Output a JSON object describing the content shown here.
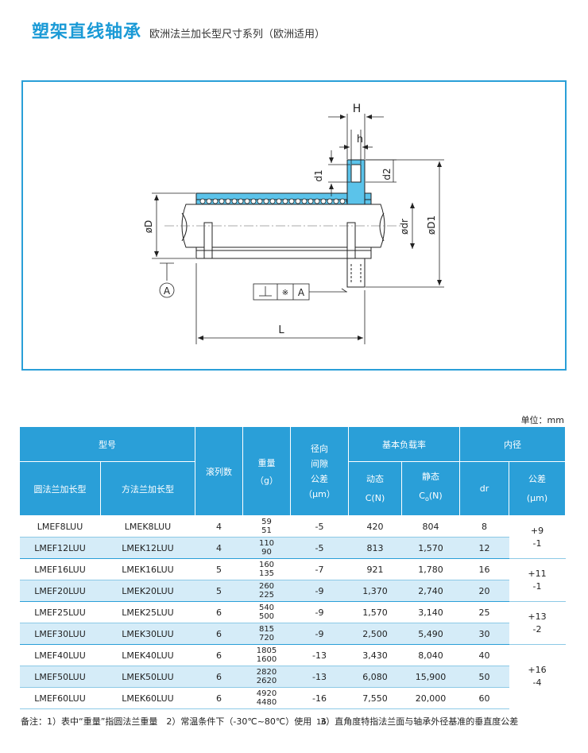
{
  "header": {
    "title": "塑架直线轴承",
    "subtitle": "欧洲法兰加长型尺寸系列（欧洲适用）"
  },
  "drawing": {
    "labels": {
      "H": "H",
      "h": "h",
      "d1": "d1",
      "d2": "d2",
      "dr": "ødr",
      "D1": "øD1",
      "D": "øD",
      "L": "L",
      "A": "A",
      "frame_a": "A"
    },
    "colors": {
      "accent": "#2a9fd8",
      "flange": "#5bc3ea"
    }
  },
  "unit": "单位：mm",
  "table": {
    "headers": {
      "model": "型号",
      "round": "圆法兰加长型",
      "square": "方法兰加长型",
      "rows": "滚列数",
      "weight": "重量",
      "weight_unit": "（g）",
      "clearance1": "径向",
      "clearance2": "间隙",
      "clearance3": "公差",
      "clearance4": "（μm）",
      "load": "基本负载率",
      "dynamic": "动态",
      "dynamic_unit": "C(N)",
      "static": "静态",
      "static_unit_c": "C",
      "static_unit_o": "o",
      "static_unit_n": "(N)",
      "bore": "内径",
      "dr": "dr",
      "tol": "公差",
      "tol_unit": "(μm)"
    },
    "rows": [
      {
        "round": "LMEF8LUU",
        "square": "LMEK8LUU",
        "rows": "4",
        "w1": "59",
        "w2": "51",
        "clearance": "-5",
        "dyn": "420",
        "stat": "804",
        "dr": "8"
      },
      {
        "round": "LMEF12LUU",
        "square": "LMEK12LUU",
        "rows": "4",
        "w1": "110",
        "w2": "90",
        "clearance": "-5",
        "dyn": "813",
        "stat": "1,570",
        "dr": "12"
      },
      {
        "round": "LMEF16LUU",
        "square": "LMEK16LUU",
        "rows": "5",
        "w1": "160",
        "w2": "135",
        "clearance": "-7",
        "dyn": "921",
        "stat": "1,780",
        "dr": "16"
      },
      {
        "round": "LMEF20LUU",
        "square": "LMEK20LUU",
        "rows": "5",
        "w1": "260",
        "w2": "225",
        "clearance": "-9",
        "dyn": "1,370",
        "stat": "2,740",
        "dr": "20"
      },
      {
        "round": "LMEF25LUU",
        "square": "LMEK25LUU",
        "rows": "6",
        "w1": "540",
        "w2": "500",
        "clearance": "-9",
        "dyn": "1,570",
        "stat": "3,140",
        "dr": "25"
      },
      {
        "round": "LMEF30LUU",
        "square": "LMEK30LUU",
        "rows": "6",
        "w1": "815",
        "w2": "720",
        "clearance": "-9",
        "dyn": "2,500",
        "stat": "5,490",
        "dr": "30"
      },
      {
        "round": "LMEF40LUU",
        "square": "LMEK40LUU",
        "rows": "6",
        "w1": "1805",
        "w2": "1600",
        "clearance": "-13",
        "dyn": "3,430",
        "stat": "8,040",
        "dr": "40"
      },
      {
        "round": "LMEF50LUU",
        "square": "LMEK50LUU",
        "rows": "6",
        "w1": "2820",
        "w2": "2620",
        "clearance": "-13",
        "dyn": "6,080",
        "stat": "15,900",
        "dr": "50"
      },
      {
        "round": "LMEF60LUU",
        "square": "LMEK60LUU",
        "rows": "6",
        "w1": "4920",
        "w2": "4480",
        "clearance": "-16",
        "dyn": "7,550",
        "stat": "20,000",
        "dr": "60"
      }
    ],
    "tolerances": [
      {
        "top": "+9",
        "bottom": "-1"
      },
      {
        "top": "+11",
        "bottom": "-1"
      },
      {
        "top": "+13",
        "bottom": "-2"
      },
      {
        "top": "+16",
        "bottom": "-4"
      }
    ]
  },
  "note": "备注：1）表中“重量”指圆法兰重量　2）常温条件下（-30℃~80℃）使用　3）直角度特指法兰面与轴承外径基准的垂直度公差",
  "page_number": "16"
}
